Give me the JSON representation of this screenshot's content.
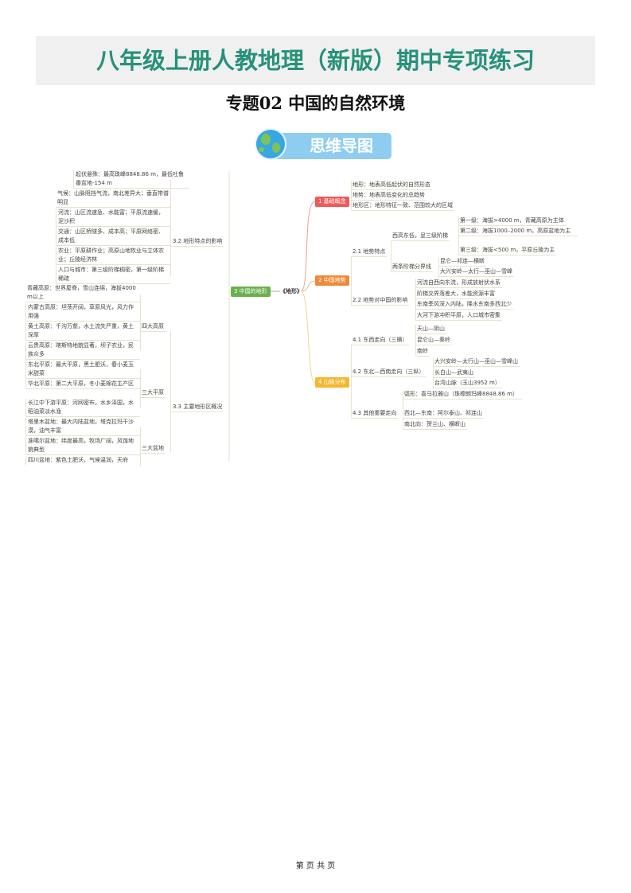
{
  "header": {
    "title": "八年级上册人教地理（新版）期中专项练习",
    "subtitle": "专题02  中国的自然环境",
    "logo_label": "思维导图"
  },
  "colors": {
    "title": "#27917a",
    "node1": "#ee5a5a",
    "node2": "#f08a3a",
    "node3": "#6ab04c",
    "node4": "#f5b731"
  },
  "mindmap": {
    "center": "《地形》",
    "b1": {
      "label": "1 基础概念",
      "items": [
        "地形：地表高低起伏的自然形态",
        "地势：地表高低变化的总趋势",
        "地形区：地形特征一致、范围较大的区域"
      ]
    },
    "b2": {
      "label": "2 中国地势",
      "s21": {
        "label": "2.1 地势特点",
        "west": "西高东低，呈三级阶梯",
        "steps": [
          "第一级：海拔>4000 m，青藏高原为主体",
          "第二级：海拔1000–2000 m，高原盆地为主",
          "第三级：海拔<500 m，平原丘陵为主"
        ],
        "lines_label": "两条阶梯分界线",
        "lines": [
          "昆仑—祁连—横断",
          "大兴安岭—太行—巫山—雪峰"
        ]
      },
      "s22": {
        "label": "2.2 地势对中国的影响",
        "items": [
          "河流自西向东流，形成放射状水系",
          "阶梯交界落差大，水能资源丰富",
          "东南季风深入内陆，降水东南多西北少",
          "大河下游冲积平原，人口城市密集"
        ]
      }
    },
    "b3": {
      "label": "3 中国的地形",
      "s32": {
        "label": "3.2 地形特点的影响",
        "items": [
          "起伏悬殊：最高珠峰8848.86 m，最低吐鲁番盆地-154 m",
          "气候：山脉阻挡气流，南北差异大；垂直带谱明显",
          "河流：山区流速急、水能富；平原流速缓，泥沙积",
          "交通：山区桥隧多、成本高；平原网络密、成本低",
          "农业：平原耕作业；高原山地牧业与立体农业；丘陵经济林",
          "人口与城市：第三级阶梯稠密，第一级阶梯稀疏"
        ]
      },
      "s33": {
        "label": "3.3 主要地形区概况",
        "plateaus_label": "四大高原",
        "plateaus": [
          "青藏高原：世界屋脊，雪山连绵，海拔4000 m以上",
          "内蒙古高原：坦荡开阔，草原风光，风力作用强",
          "黄土高原：千沟万壑，水土流失严重，黄土深厚",
          "云贵高原：喀斯特地貌显著，坝子农业，民族众多"
        ],
        "plains_label": "三大平原",
        "plains": [
          "东北平原：最大平原，黑土肥沃，春小麦玉米甜菜",
          "华北平原：第二大平原，冬小麦棉花主产区",
          "长江中下游平原：河网密布，水乡泽国，水稻油菜淡水渔"
        ],
        "basins_label": "三大盆地",
        "basins": [
          "塔里木盆地：最大内陆盆地，塔克拉玛干沙漠，油气丰富",
          "准噶尔盆地：纬度最高，牧场广阔，风蚀地貌典型",
          "四川盆地：紫色土肥沃，气候温润，天府"
        ]
      }
    },
    "b4": {
      "label": "4 山脉分布",
      "s41": {
        "label": "4.1 东西走向（三横）",
        "items": [
          "天山—阴山",
          "昆仑山—秦岭",
          "南岭"
        ]
      },
      "s42": {
        "label": "4.2 东北—西南走向（三纵）",
        "items": [
          "大兴安岭—太行山—巫山—雪峰山",
          "长白山—武夷山",
          "台湾山脉（玉山3952 m）"
        ]
      },
      "s43": {
        "label": "4.3 其他重要走向",
        "items": [
          "弧形：喜马拉雅山（珠穆朗玛峰8848.86 m）",
          "西北—东南：阿尔泰山、祁连山",
          "南北向：贺兰山、横断山"
        ]
      }
    }
  },
  "footer": "第 页 共 页"
}
